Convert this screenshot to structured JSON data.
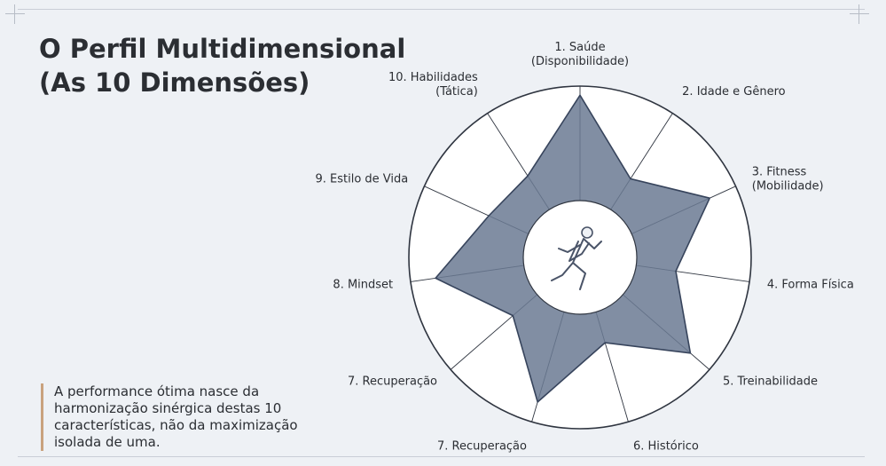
{
  "title": {
    "line1": "O Perfil Multidimensional",
    "line2": "(As 10 Dimensões)"
  },
  "caption": {
    "line1": "A performance ótima nasce da",
    "line2": "harmonização sinérgica destas 10",
    "line3": "características, não da maximização",
    "line4": "isolada de uma."
  },
  "center_icon": "sprinter-figure-icon",
  "colors": {
    "fill": "#6b7a93",
    "stroke": "#37445c",
    "ring": "#2f3540",
    "accent_bar": "#c9a27e"
  },
  "chart_data": {
    "type": "radar",
    "axes": [
      "1. Saúde (Disponibilidade)",
      "2. Idade e Gênero",
      "3. Fitness (Mobilidade)",
      "4. Forma Física",
      "5. Treinabilidade",
      "6. Histórico",
      "7. Recuperação",
      "7. Recuperação",
      "8. Mindset",
      "9. Estilo de Vida",
      "10. Habilidades (Tática)"
    ],
    "label_lines": [
      [
        "1. Saúde",
        "(Disponibilidade)"
      ],
      [
        "2. Idade e Gênero"
      ],
      [
        "3. Fitness",
        "(Mobilidade)"
      ],
      [
        "4. Forma Física"
      ],
      [
        "5. Treinabilidade"
      ],
      [
        "6. Histórico"
      ],
      [
        "7. Recuperação"
      ],
      [
        "7. Recuperação"
      ],
      [
        "8. Mindset"
      ],
      [
        "9. Estilo de Vida"
      ],
      [
        "10. Habilidades",
        "(Tática)"
      ]
    ],
    "values": [
      0.92,
      0.32,
      0.75,
      0.35,
      0.78,
      0.28,
      0.82,
      0.28,
      0.78,
      0.38,
      0.35
    ],
    "rings": 6
  }
}
